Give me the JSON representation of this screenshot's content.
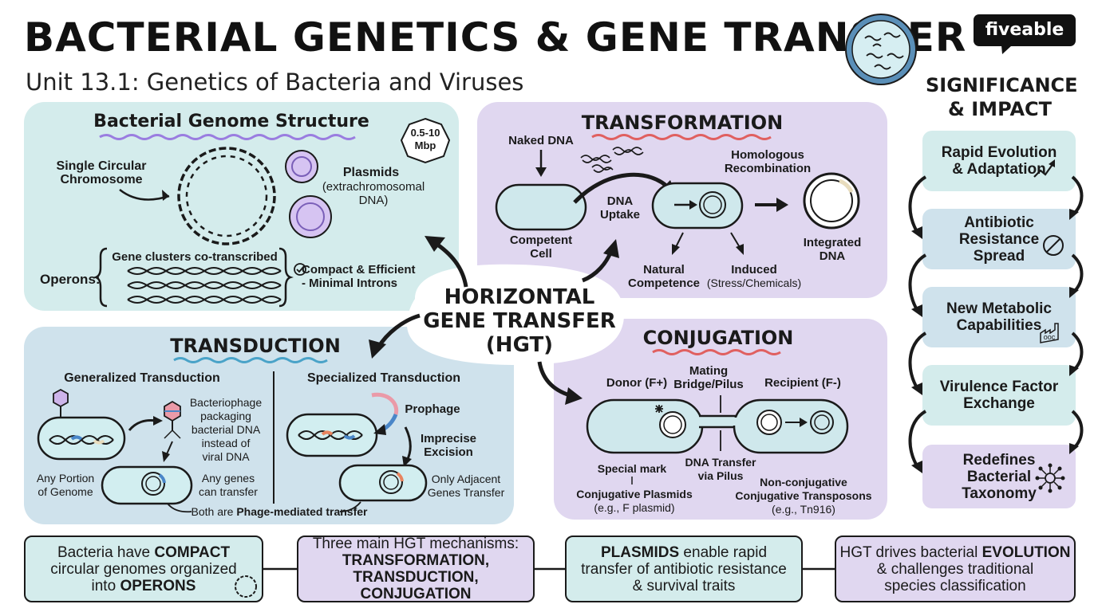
{
  "header": {
    "title": "BACTERIAL GENETICS & GENE TRANSFER",
    "subtitle": "Unit 13.1: Genetics of Bacteria and Viruses",
    "logo": "fiveable"
  },
  "genome": {
    "heading": "Bacterial Genome Structure",
    "size_badge": [
      "0.5-10",
      "Mbp"
    ],
    "chromosome_label": [
      "Single Circular",
      "Chromosome"
    ],
    "plasmids_label": "Plasmids",
    "plasmids_sub": [
      "(extrachromosomal",
      "DNA)"
    ],
    "operons_label": "Operons:",
    "operons_desc": "Gene clusters co-transcribed",
    "compact": [
      "Compact & Efficient",
      "- Minimal Introns"
    ]
  },
  "transformation": {
    "heading": "TRANSFORMATION",
    "naked_dna": "Naked DNA",
    "dna_uptake": [
      "DNA",
      "Uptake"
    ],
    "homologous": [
      "Homologous",
      "Recombination"
    ],
    "competent_cell": [
      "Competent",
      "Cell"
    ],
    "integrated": [
      "Integrated",
      "DNA"
    ],
    "natural": [
      "Natural",
      "Competence"
    ],
    "induced": "Induced",
    "induced_sub": "(Stress/Chemicals)"
  },
  "hgt": {
    "lines": [
      "HORIZONTAL",
      "GENE TRANSFER",
      "(HGT)"
    ]
  },
  "transduction": {
    "heading": "TRANSDUCTION",
    "generalized": "Generalized Transduction",
    "specialized": "Specialized Transduction",
    "phage_desc": [
      "Bacteriophage",
      "packaging",
      "bacterial DNA",
      "instead of",
      "viral DNA"
    ],
    "any_portion": [
      "Any Portion",
      "of Genome"
    ],
    "any_genes": [
      "Any genes",
      "can transfer"
    ],
    "prophage": "Prophage",
    "imprecise": [
      "Imprecise",
      "Excision"
    ],
    "adjacent": [
      "Only Adjacent",
      "Genes Transfer"
    ],
    "both_prefix": "Both are ",
    "both_bold": "Phage-mediated transfer"
  },
  "conjugation": {
    "heading": "CONJUGATION",
    "donor": "Donor (F+)",
    "mating": [
      "Mating",
      "Bridge/Pilus"
    ],
    "recipient": "Recipient (F-)",
    "special_mark": "Special mark",
    "dna_transfer": [
      "DNA Transfer",
      "via Pilus"
    ],
    "conj_plasmids": [
      "Conjugative Plasmids",
      "(e.g., F plasmid)"
    ],
    "non_conj": [
      "Non-conjugative",
      "Conjugative Transposons",
      "(e.g., Tn916)"
    ]
  },
  "significance": {
    "heading": [
      "SIGNIFICANCE",
      "& IMPACT"
    ],
    "items": [
      [
        "Rapid Evolution",
        "& Adaptation"
      ],
      [
        "Antibiotic",
        "Resistance",
        "Spread"
      ],
      [
        "New Metabolic",
        "Capabilities"
      ],
      [
        "Virulence Factor",
        "Exchange"
      ],
      [
        "Redefines",
        "Bacterial",
        "Taxonomy"
      ]
    ],
    "factory_text": "ooc"
  },
  "summary": {
    "box1": [
      "Bacteria have ",
      "COMPACT",
      "circular genomes organized",
      "into ",
      "OPERONS"
    ],
    "box2": [
      "Three main HGT mechanisms:",
      "TRANSFORMATION,",
      "TRANSDUCTION, CONJUGATION"
    ],
    "box3": [
      "PLASMIDS",
      " enable rapid",
      "transfer of antibiotic resistance",
      "& survival traits"
    ],
    "box4": [
      "HGT drives bacterial ",
      "EVOLUTION",
      "& challenges traditional",
      "species classification"
    ]
  },
  "colors": {
    "blue_panel": "#d4ecec",
    "blue_panel_2": "#cfe2ec",
    "purple_panel": "#e0d7f0",
    "red_underline": "#e06060",
    "purple_underline": "#9a7de0",
    "teal_underline": "#4aa3c8"
  }
}
